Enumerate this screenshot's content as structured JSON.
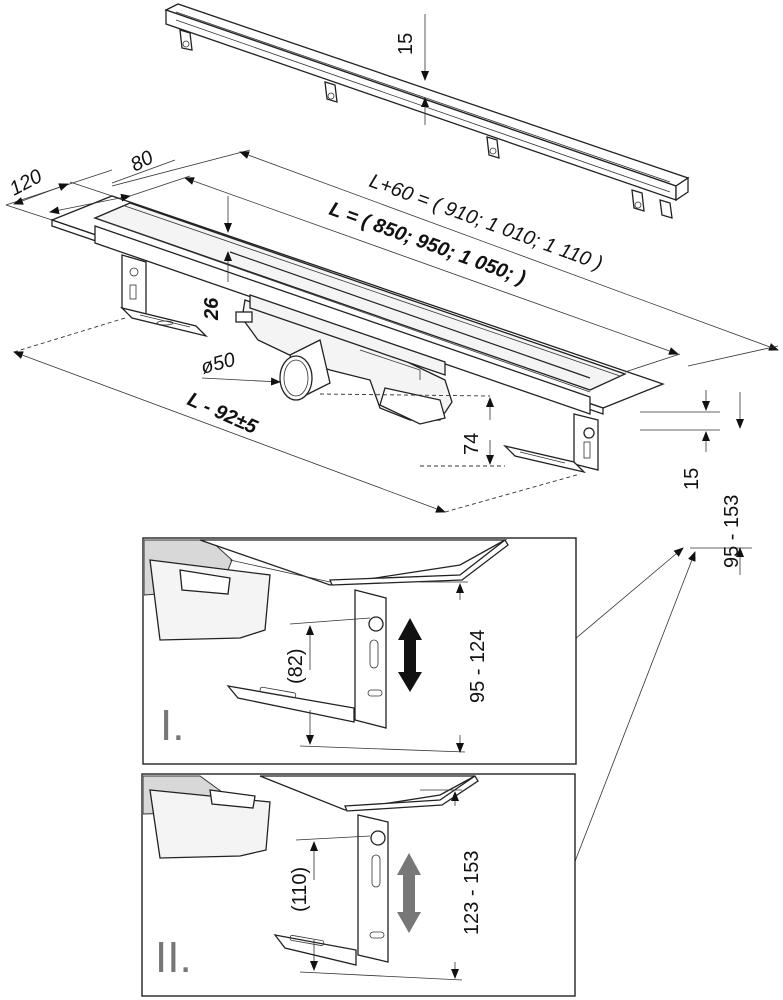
{
  "labels": {
    "grate_height": "15",
    "width_outer": "120",
    "width_inner": "80",
    "grate_length": "L+60 = ( 910; 1 010; 1 110 )",
    "channel_length": "L = ( 850; 950; 1 050; )",
    "flange_height": "26",
    "outlet_diameter": "ø50",
    "leg_span": "L - 92±5",
    "outlet_height": "74",
    "frame_height": "15",
    "adjust_range_total": "95 - 153"
  },
  "detail_one": {
    "roman": "I.",
    "inner_dim": "(82)",
    "range": "95 - 124"
  },
  "detail_two": {
    "roman": "II.",
    "inner_dim": "(110)",
    "range": "123 - 153"
  }
}
